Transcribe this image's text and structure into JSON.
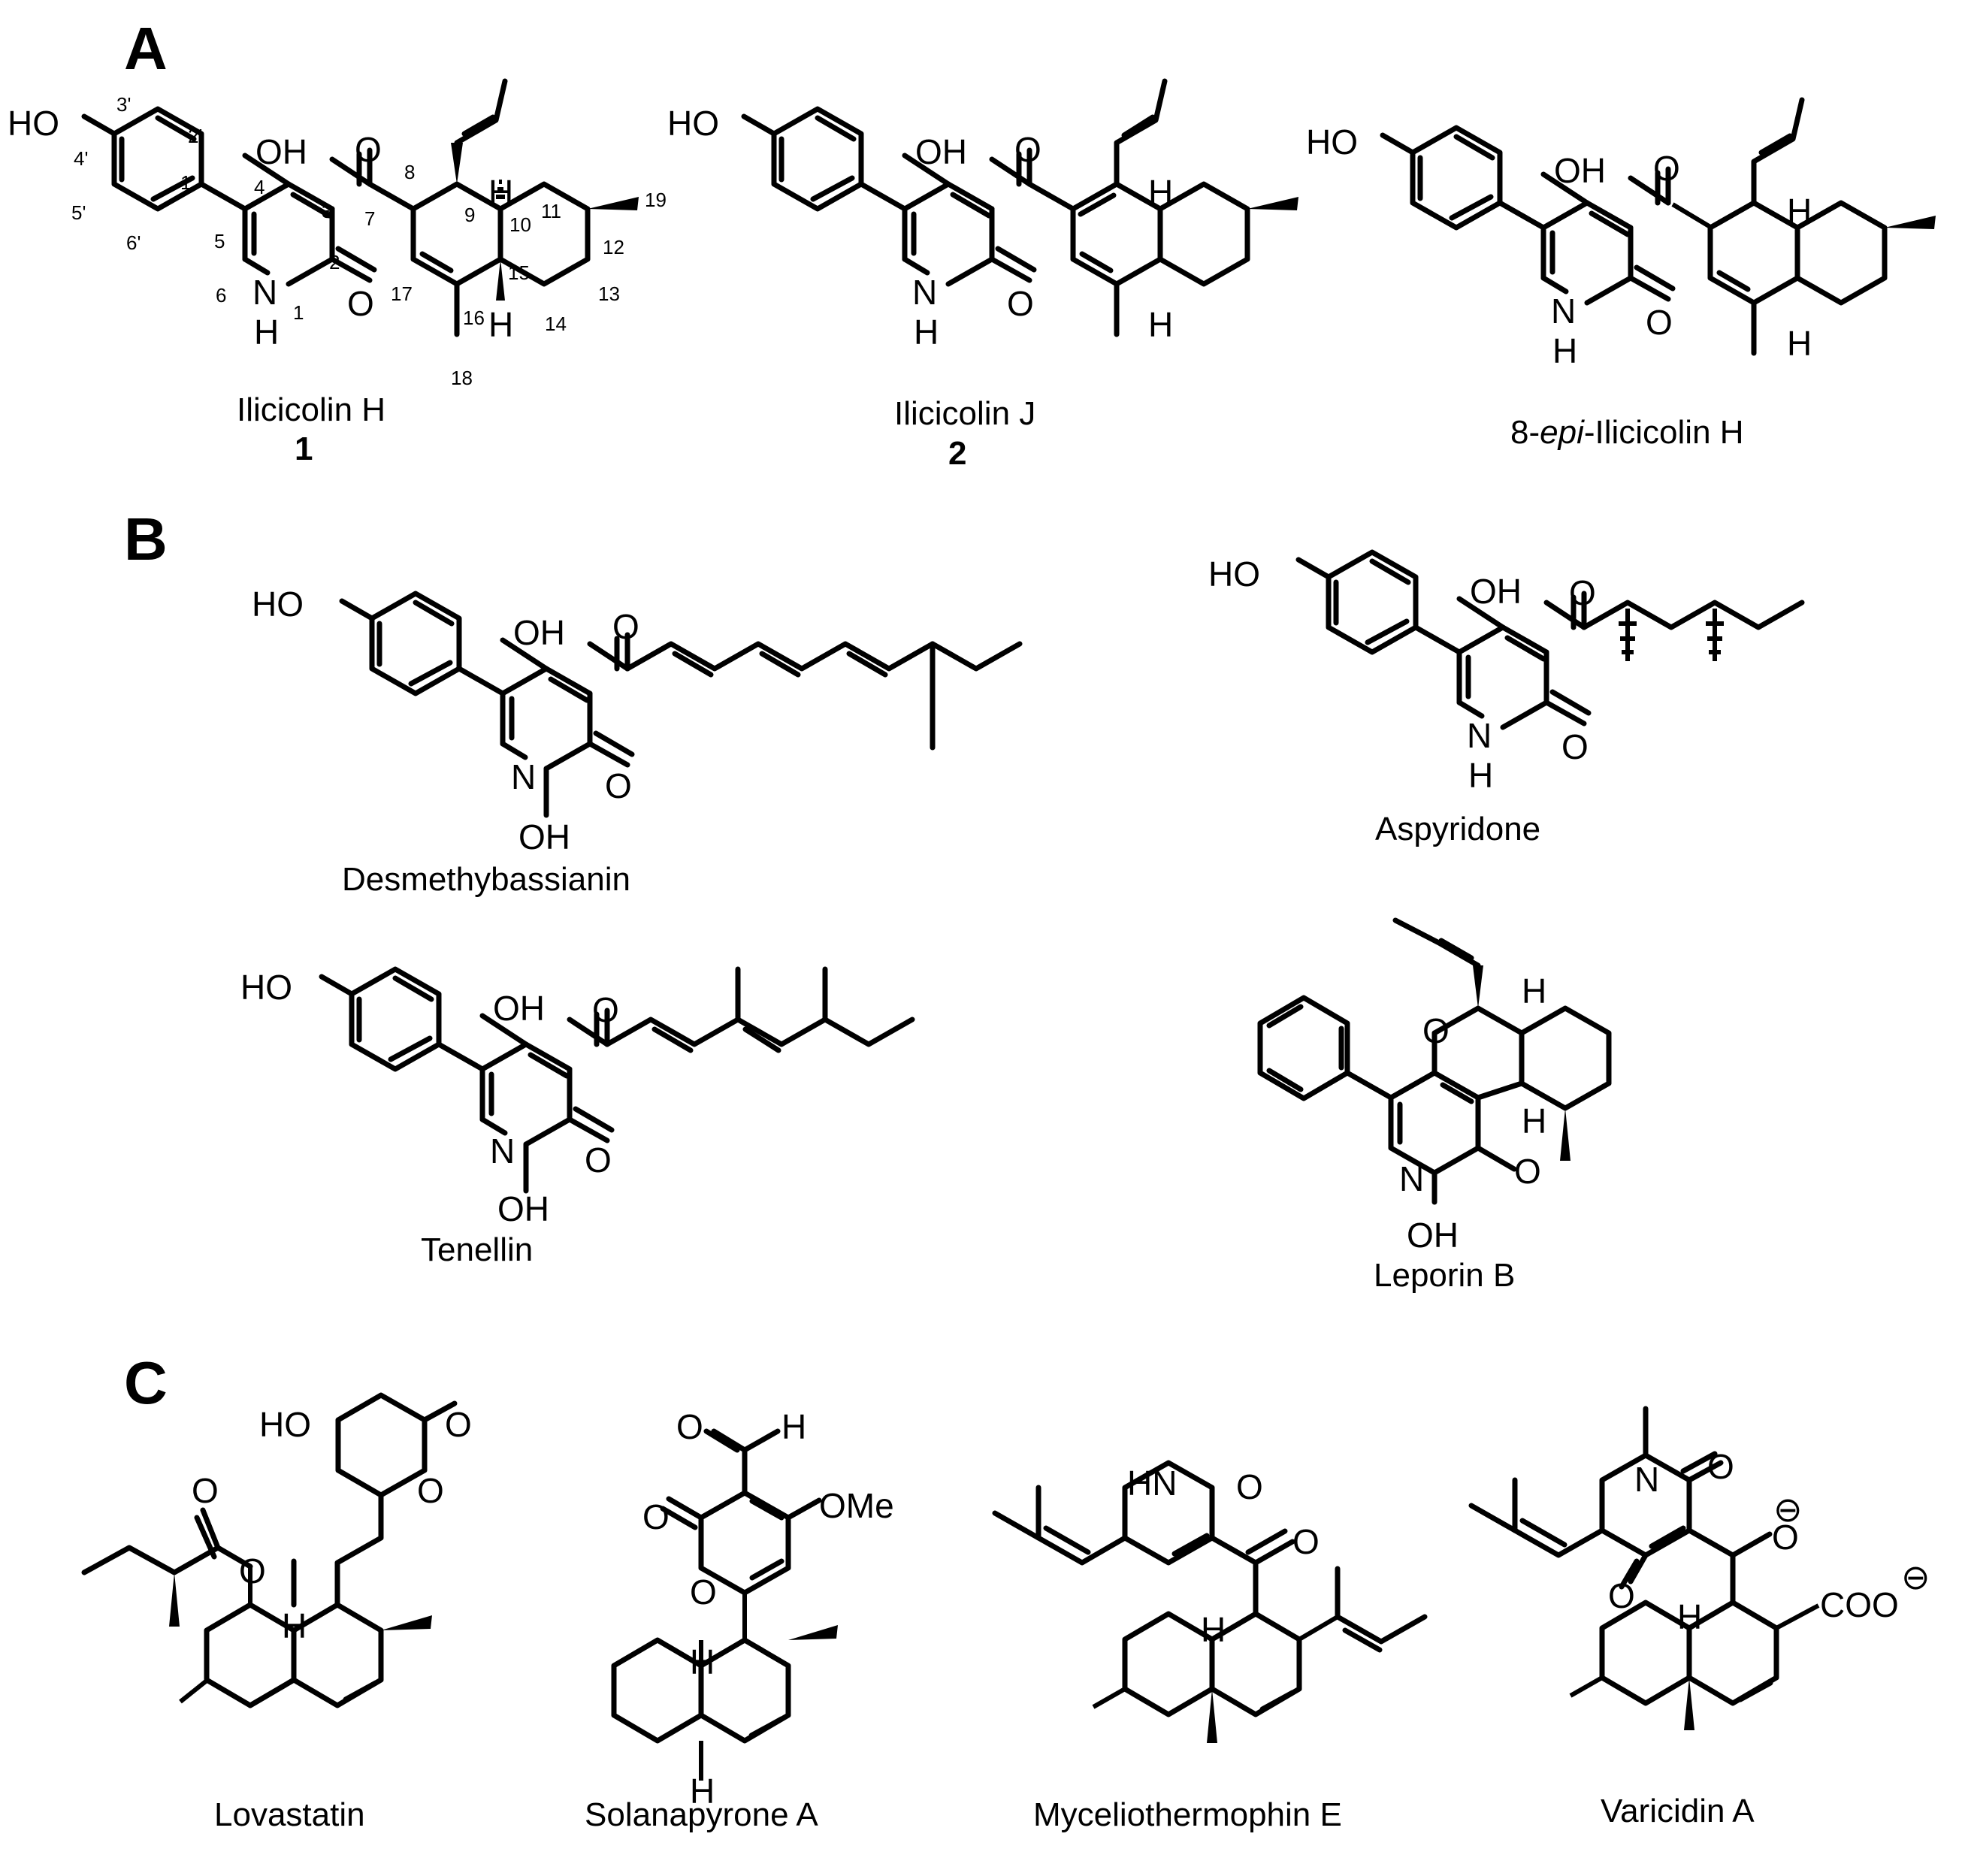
{
  "panels": {
    "a": "A",
    "b": "B",
    "c": "C"
  },
  "atoms": {
    "HO": "HO",
    "OH": "OH",
    "O": "O",
    "H": "H",
    "N": "N",
    "OMe": "OMe",
    "COO": "COO"
  },
  "charges": {
    "minus": "⊖"
  },
  "numbering": {
    "n1": "1",
    "n2": "2",
    "n3": "3",
    "n4": "4",
    "n5": "5",
    "n6": "6",
    "n7": "7",
    "n8": "8",
    "n9": "9",
    "n10": "10",
    "n11": "11",
    "n12": "12",
    "n13": "13",
    "n14": "14",
    "n15": "15",
    "n16": "16",
    "n17": "17",
    "n18": "18",
    "n19": "19",
    "p1": "1'",
    "p2": "2'",
    "p3": "3'",
    "p4": "4'",
    "p5": "5'",
    "p6": "6'"
  },
  "compounds": {
    "ilicicolin_h": {
      "name": "Ilicicolin H",
      "number": "1"
    },
    "ilicicolin_j": {
      "name": "Ilicicolin J",
      "number": "2"
    },
    "epi_ilicicolin_h": {
      "prefix": "8-",
      "italic": "epi",
      "suffix": "-Ilicicolin H"
    },
    "desmethybassianin": {
      "name": "Desmethybassianin"
    },
    "aspyridone": {
      "name": "Aspyridone"
    },
    "tenellin": {
      "name": "Tenellin"
    },
    "leporin_b": {
      "name": "Leporin B"
    },
    "lovastatin": {
      "name": "Lovastatin"
    },
    "solanapyrone_a": {
      "name": "Solanapyrone A"
    },
    "myceliothermophin_e": {
      "name": "Myceliothermophin E"
    },
    "varicidin_a": {
      "name": "Varicidin A"
    }
  }
}
